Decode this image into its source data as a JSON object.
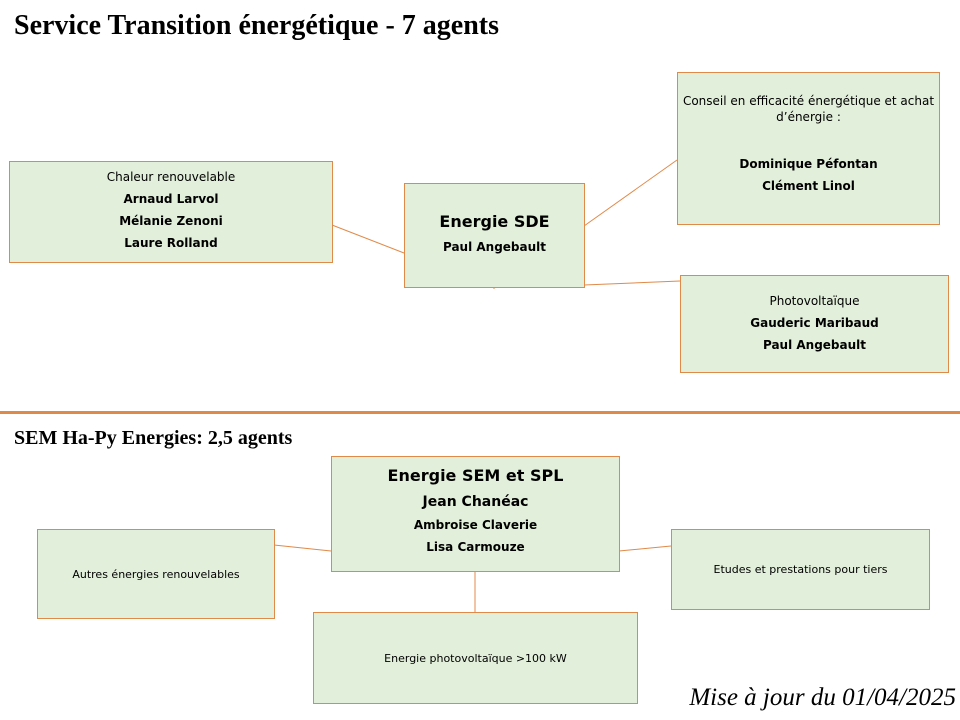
{
  "section1": {
    "title": "Service Transition énergétique - 7 agents",
    "center": {
      "title": "Energie SDE",
      "names": [
        "Paul Angebault"
      ]
    },
    "left": {
      "label": "Chaleur renouvelable",
      "names": [
        "Arnaud Larvol",
        "Mélanie Zenoni",
        "Laure Rolland"
      ]
    },
    "top_right": {
      "label": "Conseil en efficacité énergétique et achat d’énergie :",
      "names": [
        "Dominique Péfontan",
        "Clément Linol"
      ]
    },
    "bottom_right": {
      "label": "Photovoltaïque",
      "names": [
        "Gauderic Maribaud",
        "Paul Angebault"
      ]
    }
  },
  "section2": {
    "title": "SEM Ha-Py Energies: 2,5 agents",
    "center": {
      "title": "Energie SEM et SPL",
      "lead": "Jean Chanéac",
      "names": [
        "Ambroise Claverie",
        "Lisa Carmouze"
      ]
    },
    "left": {
      "label": "Autres énergies renouvelables"
    },
    "right": {
      "label": "Etudes et prestations pour tiers"
    },
    "bottom": {
      "label": "Energie photovoltaïque >100 kW"
    }
  },
  "footer": "Mise à jour du 01/04/2025",
  "colors": {
    "box_fill": "#e2efda",
    "border": "#e08a4a"
  }
}
